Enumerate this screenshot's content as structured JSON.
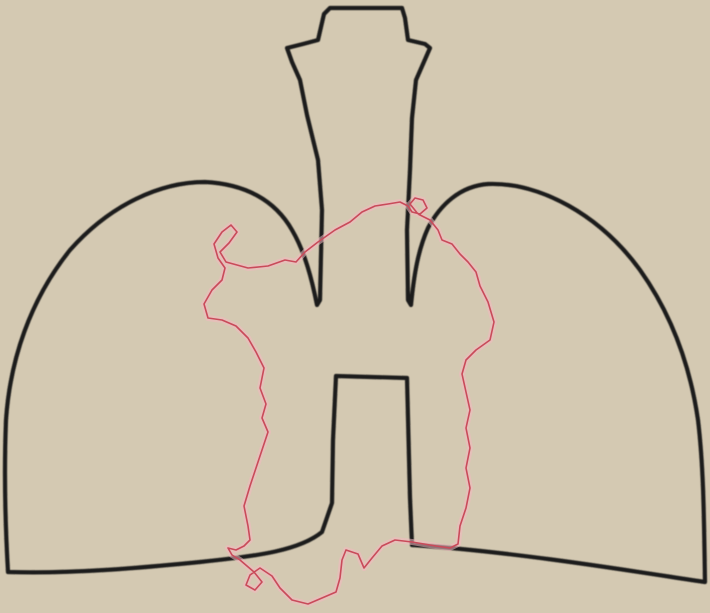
{
  "drawing": {
    "paper_color": "#d4c9b2",
    "outline_color": "#1c1c1c",
    "heart_outline_color": "#c94a5a",
    "heart_glow_color": "#f2b8c0",
    "structures": [
      {
        "name": "trachea",
        "icon": "trachea-outline"
      },
      {
        "name": "left-lung",
        "icon": "lung-outline"
      },
      {
        "name": "right-lung",
        "icon": "lung-outline"
      },
      {
        "name": "heart-silhouette",
        "icon": "heart-trace-outline"
      }
    ]
  }
}
